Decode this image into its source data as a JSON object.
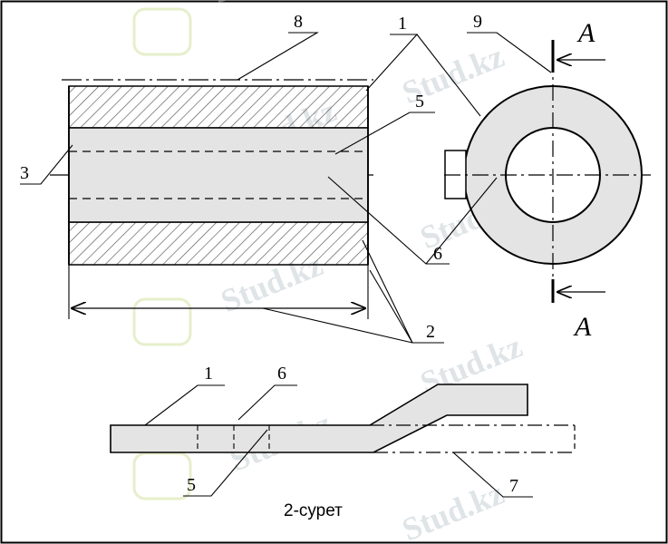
{
  "figure": {
    "caption": "2-сурет",
    "section_label_top": "A",
    "section_label_bottom": "A",
    "watermark": "Stud.kz",
    "labels": {
      "l1_top": "1",
      "l2": "2",
      "l3": "3",
      "l5_top": "5",
      "l6_top": "6",
      "l8": "8",
      "l9": "9",
      "l1_bottom": "1",
      "l5_bottom": "5",
      "l6_bottom": "6",
      "l7": "7"
    }
  }
}
